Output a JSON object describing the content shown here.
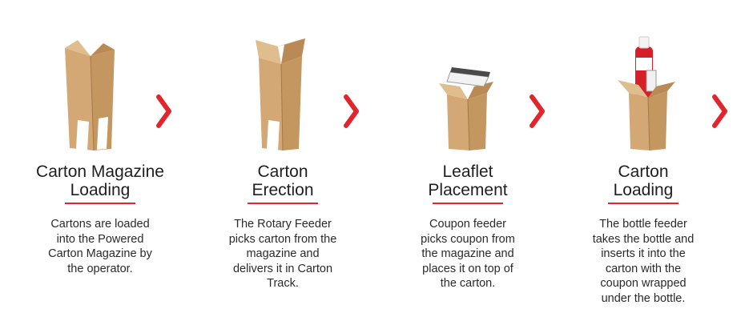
{
  "colors": {
    "accent": "#e1252d",
    "cardboard": "#d8b07c",
    "cardboard_dark": "#b98a55"
  },
  "steps": [
    {
      "title_lines": [
        "Carton Magazine",
        "Loading"
      ],
      "description_lines": [
        "Cartons are loaded",
        "into the Powered",
        "Carton Magazine by",
        "the operator."
      ],
      "illustration": "folded-carton-icon"
    },
    {
      "title_lines": [
        "Carton",
        "Erection"
      ],
      "description_lines": [
        "The Rotary Feeder",
        "picks carton from the",
        "magazine and",
        "delivers it in Carton",
        "Track."
      ],
      "illustration": "erected-carton-icon"
    },
    {
      "title_lines": [
        "Leaflet",
        "Placement"
      ],
      "description_lines": [
        "Coupon feeder",
        "picks coupon from",
        "the magazine and",
        "places it on top of",
        "the carton."
      ],
      "illustration": "carton-with-leaflet-icon"
    },
    {
      "title_lines": [
        "Carton",
        "Loading"
      ],
      "description_lines": [
        "The bottle feeder",
        "takes the bottle and",
        "inserts it into the",
        "carton with the",
        "coupon wrapped",
        "under the bottle."
      ],
      "illustration": "carton-with-bottle-icon"
    }
  ],
  "arrows": [
    "chevron-right-icon",
    "chevron-right-icon",
    "chevron-right-icon",
    "chevron-right-icon"
  ]
}
